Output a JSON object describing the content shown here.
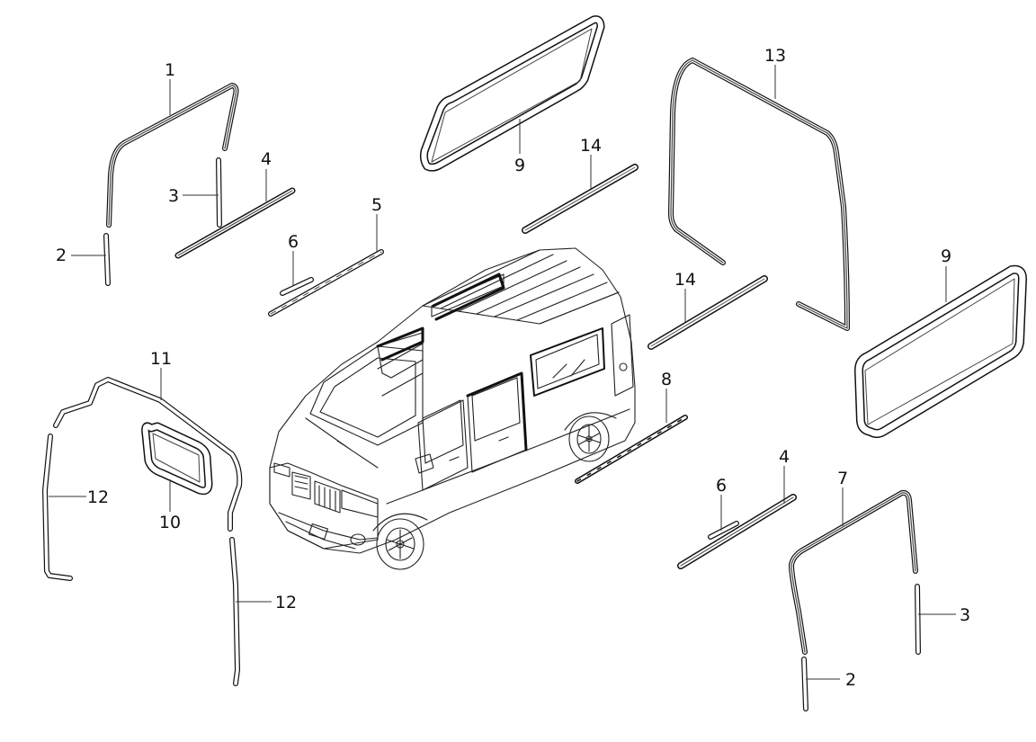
{
  "diagram": {
    "callouts": [
      {
        "id": "c1",
        "text": "1"
      },
      {
        "id": "c2a",
        "text": "2"
      },
      {
        "id": "c3a",
        "text": "3"
      },
      {
        "id": "c4a",
        "text": "4"
      },
      {
        "id": "c5",
        "text": "5"
      },
      {
        "id": "c6a",
        "text": "6"
      },
      {
        "id": "c9a",
        "text": "9"
      },
      {
        "id": "c14a",
        "text": "14"
      },
      {
        "id": "c13",
        "text": "13"
      },
      {
        "id": "c14b",
        "text": "14"
      },
      {
        "id": "c9b",
        "text": "9"
      },
      {
        "id": "c11",
        "text": "11"
      },
      {
        "id": "c12a",
        "text": "12"
      },
      {
        "id": "c10",
        "text": "10"
      },
      {
        "id": "c12b",
        "text": "12"
      },
      {
        "id": "c8",
        "text": "8"
      },
      {
        "id": "c6b",
        "text": "6"
      },
      {
        "id": "c4b",
        "text": "4"
      },
      {
        "id": "c7",
        "text": "7"
      },
      {
        "id": "c3b",
        "text": "3"
      },
      {
        "id": "c2b",
        "text": "2"
      }
    ]
  }
}
